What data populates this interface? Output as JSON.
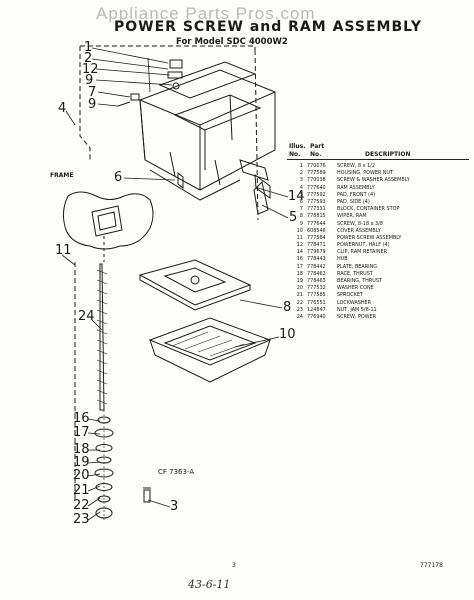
{
  "watermark": "Appliance Parts Pros.com",
  "title": "POWER SCREW and RAM ASSEMBLY",
  "subtitle": "For Model SDC 4000W2",
  "frame_label": "FRAME",
  "callouts": [
    "1",
    "2",
    "12",
    "9",
    "7",
    "9",
    "4",
    "6",
    "14",
    "5",
    "11",
    "24",
    "8",
    "10",
    "16",
    "17",
    "18",
    "19",
    "20",
    "21",
    "22",
    "23",
    "3"
  ],
  "figure_code": "CF 7363-A",
  "page_number": "3",
  "doc_number": "777178",
  "handwritten_note": "43-6-11",
  "parts_list": {
    "header": {
      "illus": "Illus.",
      "part": "Part",
      "no": "No.",
      "no2": "No.",
      "description": "DESCRIPTION"
    },
    "rows": [
      {
        "no": "1",
        "part": "770076",
        "desc": "SCREW, 8 x 1/2"
      },
      {
        "no": "2",
        "part": "777589",
        "desc": "HOUSING, POWER NUT"
      },
      {
        "no": "3",
        "part": "770038",
        "desc": "SCREW & WASHER ASSEMBLY"
      },
      {
        "no": "4",
        "part": "777640",
        "desc": "RAM ASSEMBLY"
      },
      {
        "no": "5",
        "part": "777592",
        "desc": "PAD, FRONT (4)"
      },
      {
        "no": "6",
        "part": "777593",
        "desc": "PAD, SIDE (4)"
      },
      {
        "no": "7",
        "part": "777331",
        "desc": "BLOCK, CONTAINER STOP"
      },
      {
        "no": "8",
        "part": "778815",
        "desc": "WIPER, RAM"
      },
      {
        "no": "9",
        "part": "777644",
        "desc": "SCREW, 8-18 x 3/8"
      },
      {
        "no": "10",
        "part": "608546",
        "desc": "COVER ASSEMBLY"
      },
      {
        "no": "11",
        "part": "777584",
        "desc": "POWER SCREW ASSEMBLY"
      },
      {
        "no": "12",
        "part": "778471",
        "desc": "POWERNUT, HALF (4)"
      },
      {
        "no": "14",
        "part": "779679",
        "desc": "CLIP, RAM RETAINER"
      },
      {
        "no": "16",
        "part": "778443",
        "desc": "HUB"
      },
      {
        "no": "17",
        "part": "778442",
        "desc": "PLATE, BEARING"
      },
      {
        "no": "18",
        "part": "778462",
        "desc": "RACE, THRUST"
      },
      {
        "no": "19",
        "part": "778463",
        "desc": "BEARING, THRUST"
      },
      {
        "no": "20",
        "part": "777532",
        "desc": "WASHER CONE"
      },
      {
        "no": "21",
        "part": "777585",
        "desc": "SPROCKET"
      },
      {
        "no": "22",
        "part": "776551",
        "desc": "LOCKWASHER"
      },
      {
        "no": "23",
        "part": "124847",
        "desc": "NUT, JAM 5/8-11"
      },
      {
        "no": "24",
        "part": "776940",
        "desc": "SCREW, POWER"
      }
    ]
  }
}
